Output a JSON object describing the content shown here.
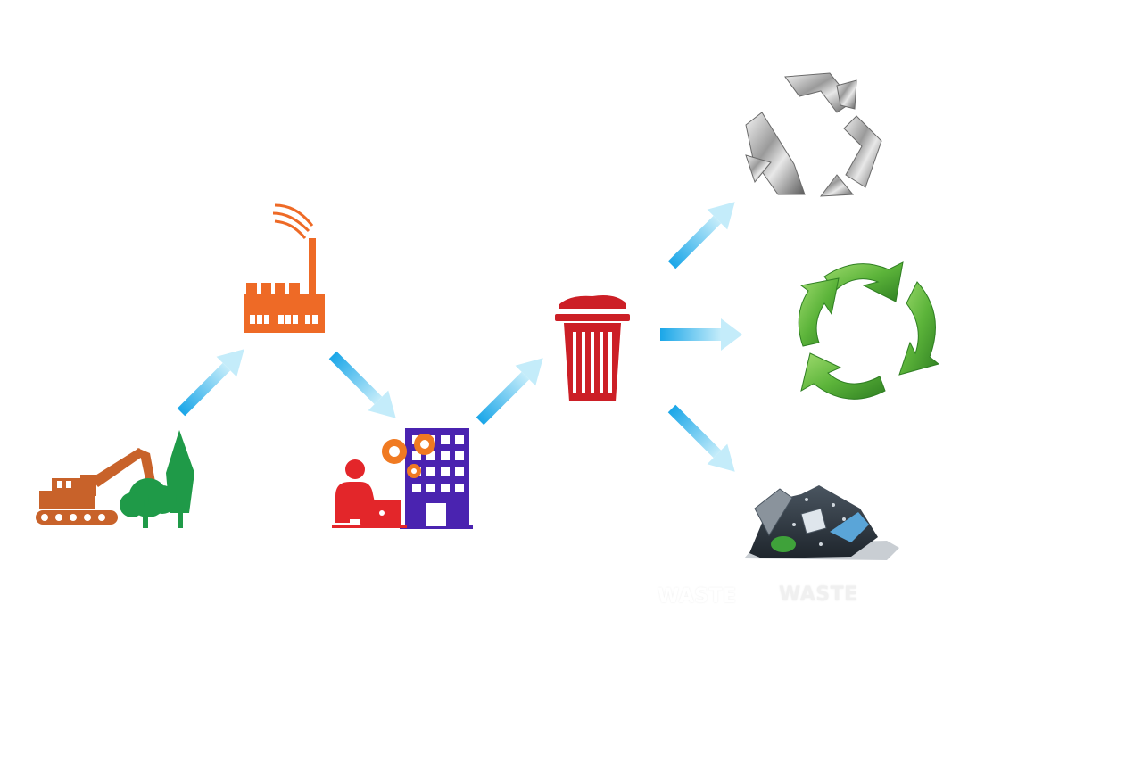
{
  "diagram": {
    "stages": [
      {
        "id": "extraction",
        "icon": "excavator-trees-icon"
      },
      {
        "id": "manufacturing",
        "icon": "factory-icon"
      },
      {
        "id": "use",
        "icon": "office-worker-building-icon"
      },
      {
        "id": "disposal",
        "icon": "trash-bin-icon"
      },
      {
        "id": "recycle-metal",
        "icon": "metal-recycle-icon"
      },
      {
        "id": "recycle-general",
        "icon": "green-recycle-icon"
      },
      {
        "id": "landfill",
        "icon": "waste-pile-icon"
      }
    ],
    "captions": {
      "left": "WASTE",
      "right": "WASTE"
    }
  },
  "colors": {
    "arrow_light": "#b9e6f7",
    "arrow_dark": "#1aa6e8",
    "excavator": "#c8622a",
    "trees": "#1f9a48",
    "factory": "#ee6a26",
    "worker": "#e3262a",
    "building": "#4a23b0",
    "gear": "#f07a22",
    "bin": "#cc1f26",
    "recycle_green": "#6cc04a",
    "metal": "#a9a9a9"
  }
}
